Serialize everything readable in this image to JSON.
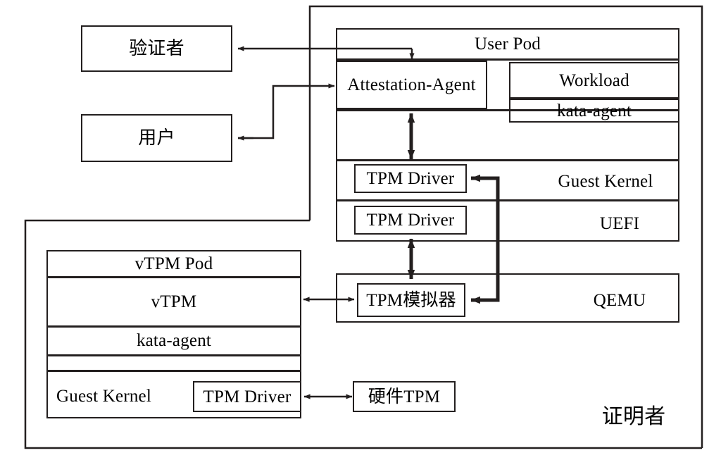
{
  "diagram": {
    "title_label": "证明者",
    "outer_frames": {
      "attester_frame_label": "证明者"
    },
    "left_actors": [
      {
        "name": "verifier",
        "label": "验证者"
      },
      {
        "name": "user",
        "label": "用户"
      }
    ],
    "user_pod": {
      "header": "User Pod",
      "attestation_agent": "Attestation-Agent",
      "workload": "Workload",
      "kata_agent": "kata-agent",
      "guest_kernel_label": "Guest Kernel",
      "guest_kernel_tpm_driver": "TPM Driver",
      "uefi_label": "UEFI",
      "uefi_tpm_driver": "TPM Driver"
    },
    "qemu": {
      "label": "QEMU",
      "tpm_emulator": "TPM模拟器"
    },
    "vtpm_pod": {
      "header": "vTPM Pod",
      "vtpm": "vTPM",
      "kata_agent": "kata-agent",
      "guest_kernel_label": "Guest Kernel",
      "tpm_driver": "TPM Driver"
    },
    "hardware": {
      "hardware_tpm": "硬件TPM"
    },
    "colors": {
      "stroke": "#231f1f",
      "background": "#ffffff"
    }
  }
}
